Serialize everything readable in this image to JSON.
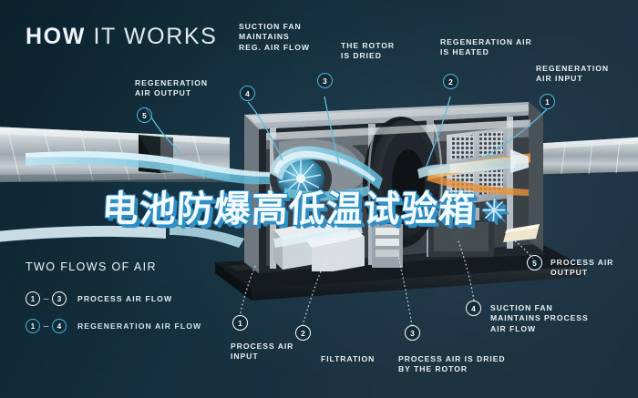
{
  "headline": {
    "bold": "HOW",
    "light": "IT WORKS"
  },
  "watermark": {
    "text": "电池防爆高低温试验箱",
    "symbol": "✳"
  },
  "colors": {
    "background_dark": "#0d2532",
    "background_light": "#1d3342",
    "accent_cyan": "#4fb6d8",
    "text_white": "#eef4f7",
    "airflow_blue": "#8fd4e8",
    "heated_air": "#f2b25c"
  },
  "callouts": [
    {
      "id": 5,
      "number": "5",
      "style": "cyan",
      "label": "REGENERATION\nAIR OUTPUT"
    },
    {
      "id": 4,
      "number": "4",
      "style": "cyan",
      "label": "SUCTION FAN\nMAINTAINS\nREG. AIR FLOW"
    },
    {
      "id": 3,
      "number": "3",
      "style": "cyan",
      "label": "THE ROTOR\nIS DRIED"
    },
    {
      "id": 2,
      "number": "2",
      "style": "cyan",
      "label": "REGENERATION AIR\nIS HEATED"
    },
    {
      "id": 1,
      "number": "1",
      "style": "cyan",
      "label": "REGENERATION\nAIR INPUT"
    },
    {
      "id": 10,
      "number": "1",
      "style": "white",
      "label": "PROCESS AIR\nINPUT"
    },
    {
      "id": 11,
      "number": "2",
      "style": "white",
      "label": "FILTRATION"
    },
    {
      "id": 12,
      "number": "3",
      "style": "white",
      "label": "PROCESS AIR IS DRIED\nBY THE ROTOR"
    },
    {
      "id": 13,
      "number": "4",
      "style": "white",
      "label": "SUCTION FAN\nMAINTAINS PROCESS\nAIR FLOW"
    },
    {
      "id": 14,
      "number": "5",
      "style": "white",
      "label": "PROCESS AIR\nOUTPUT"
    }
  ],
  "legend": {
    "title": "TWO FLOWS OF AIR",
    "rows": [
      {
        "from": "1",
        "dash": "–",
        "to": "3",
        "style": "white",
        "label": "PROCESS AIR FLOW"
      },
      {
        "from": "1",
        "dash": "–",
        "to": "4",
        "style": "cyan",
        "label": "REGENERATION AIR FLOW"
      }
    ]
  }
}
